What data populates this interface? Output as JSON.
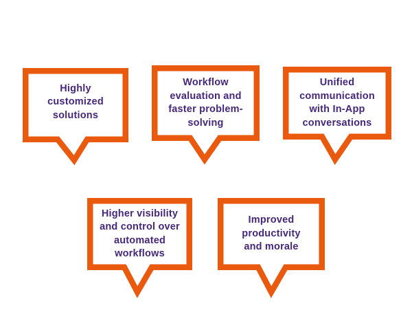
{
  "page": {
    "background": "#ffffff",
    "description": "Benefits infographic with five speech-bubble callouts"
  },
  "colors": {
    "bubble_border": "#E95A0F",
    "text": "#45277B"
  },
  "bubbles": [
    {
      "label": "Highly\ncustomized\nsolutions"
    },
    {
      "label": "Workflow\nevaluation and\nfaster problem-\nsolving"
    },
    {
      "label": "Unified\ncommunication\nwith In-App\nconversations"
    },
    {
      "label": "Higher visibility\nand control over\nautomated\nworkflows"
    },
    {
      "label": "Improved\nproductivity\nand morale"
    }
  ]
}
